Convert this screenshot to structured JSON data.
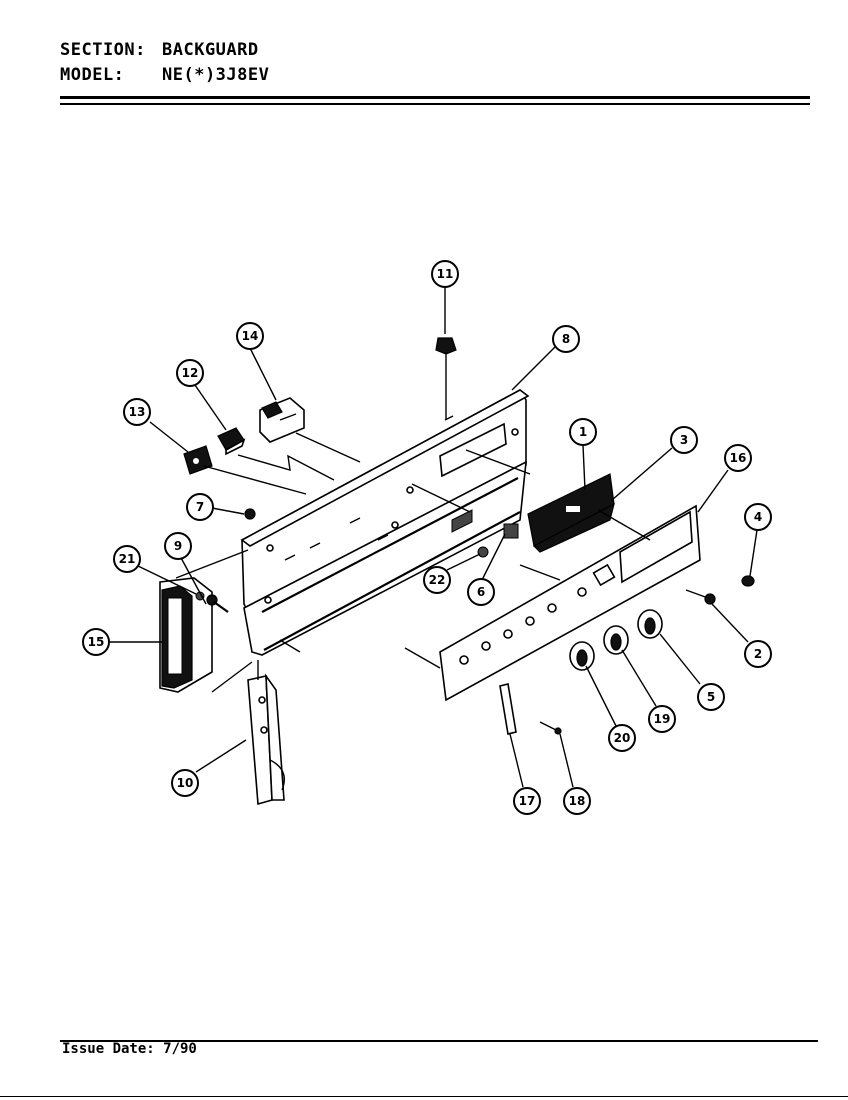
{
  "header": {
    "section_label": "SECTION:",
    "section_value": "BACKGUARD",
    "model_label": "MODEL:",
    "model_value": "NE(*)3J8EV"
  },
  "footer": {
    "issue_date": "Issue Date: 7/90"
  },
  "callouts": [
    {
      "id": "1",
      "label": "1"
    },
    {
      "id": "2",
      "label": "2"
    },
    {
      "id": "3",
      "label": "3"
    },
    {
      "id": "4",
      "label": "4"
    },
    {
      "id": "5",
      "label": "5"
    },
    {
      "id": "6",
      "label": "6"
    },
    {
      "id": "7",
      "label": "7"
    },
    {
      "id": "8",
      "label": "8"
    },
    {
      "id": "9",
      "label": "9"
    },
    {
      "id": "10",
      "label": "10"
    },
    {
      "id": "11",
      "label": "11"
    },
    {
      "id": "12",
      "label": "12"
    },
    {
      "id": "13",
      "label": "13"
    },
    {
      "id": "14",
      "label": "14"
    },
    {
      "id": "15",
      "label": "15"
    },
    {
      "id": "16",
      "label": "16"
    },
    {
      "id": "17",
      "label": "17"
    },
    {
      "id": "18",
      "label": "18"
    },
    {
      "id": "19",
      "label": "19"
    },
    {
      "id": "20",
      "label": "20"
    },
    {
      "id": "21",
      "label": "21"
    },
    {
      "id": "22",
      "label": "22"
    }
  ]
}
